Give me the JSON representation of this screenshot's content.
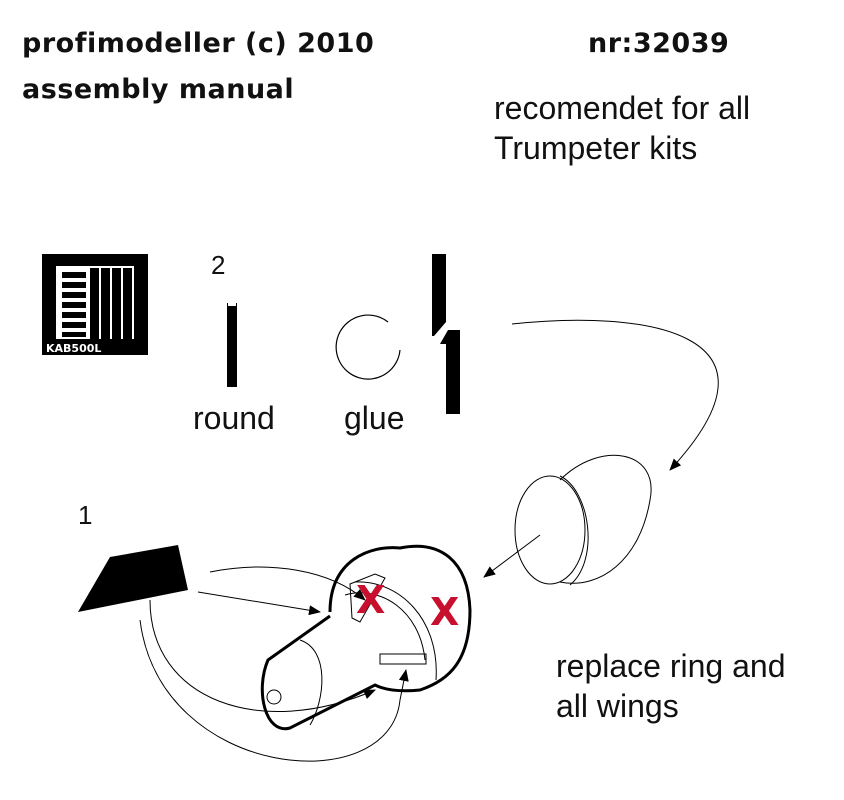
{
  "header": {
    "brand": "profimodeller (c) 2010",
    "subtitle": "assembly manual",
    "part_number": "nr:32039",
    "recommendation_line1": "recomendet for all",
    "recommendation_line2": "Trumpeter kits"
  },
  "parts": {
    "fret_label": "KAB500L",
    "part_2_number": "2",
    "round_label": "round",
    "glue_label": "glue",
    "part_1_number": "1"
  },
  "instructions": {
    "line1": "replace ring and",
    "line2": "all wings"
  },
  "marks": {
    "remove_symbol": "X",
    "remove_color": "#c8102e"
  }
}
